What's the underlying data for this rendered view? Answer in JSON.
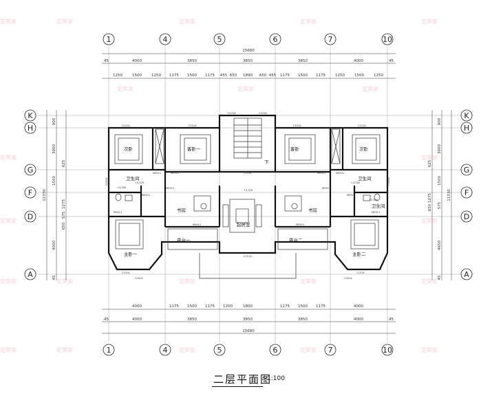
{
  "title": "二层平面图",
  "scale": "1:100",
  "watermark": "定荣家",
  "grid_columns": [
    "1",
    "4",
    "5",
    "6",
    "7",
    "10"
  ],
  "grid_rows": [
    "K",
    "H",
    "G",
    "F",
    "D",
    "A"
  ],
  "dims_top_total": "15680",
  "dims_top_main": [
    "4000",
    "3850",
    "3850",
    "4000"
  ],
  "dims_top_main_6": "3850",
  "dims_top_detail": [
    "1250",
    "1500",
    "1250",
    "1175",
    "1500",
    "1175",
    "455",
    "650",
    "1890",
    "650",
    "455",
    "1175",
    "1500",
    "1175",
    "1250",
    "1500",
    "1250"
  ],
  "dims_bottom_detail": [
    "4000",
    "1175",
    "1500",
    "1175",
    "1200",
    "1800",
    "1175",
    "1500",
    "1175",
    "4000"
  ],
  "dims_bottom_main": [
    "4000",
    "3850",
    "3850",
    "4000"
  ],
  "dims_bottom_total": "15680",
  "dims_side_left": [
    "900",
    "3000",
    "625",
    "1500",
    "1275",
    "575",
    "650",
    "4000",
    "45"
  ],
  "dims_side_left_total": "11330",
  "dims_side_right": [
    "900",
    "3000",
    "625",
    "1500",
    "1275",
    "650",
    "575",
    "4650",
    "45"
  ],
  "dims_side_right_total": "11330",
  "edge_45": "45",
  "rooms": {
    "bed2_left": "次卧",
    "guest_left": "客卧一",
    "guest_right": "客卧",
    "bed2_right": "次卧",
    "bath_left": "卫生间",
    "bath_right": "卫生间",
    "bath_right2": "卫生间",
    "study_left": "书房",
    "study_right": "书房",
    "lounge": "起居室",
    "terrace1": "露台一",
    "terrace2": "露台二",
    "master_left": "主卧一",
    "master_right": "主卧二",
    "stair_down": "下"
  },
  "level_marks": [
    "+3.520",
    "+3.520",
    "+3.520",
    "+3.500",
    "+3.500"
  ],
  "door_tags": [
    "M0921",
    "M0921",
    "M0921",
    "M0921",
    "M0921",
    "M0921",
    "M0921",
    "M0921",
    "M0921",
    "M0921",
    "M0921",
    "M0921"
  ],
  "window_tags": [
    "C1514",
    "C1514",
    "C1514",
    "C1514",
    "C0708",
    "C0708",
    "C0924",
    "C0924",
    "C1514",
    "C1514",
    "C2014",
    "C2014",
    "C1514",
    "C1514"
  ]
}
